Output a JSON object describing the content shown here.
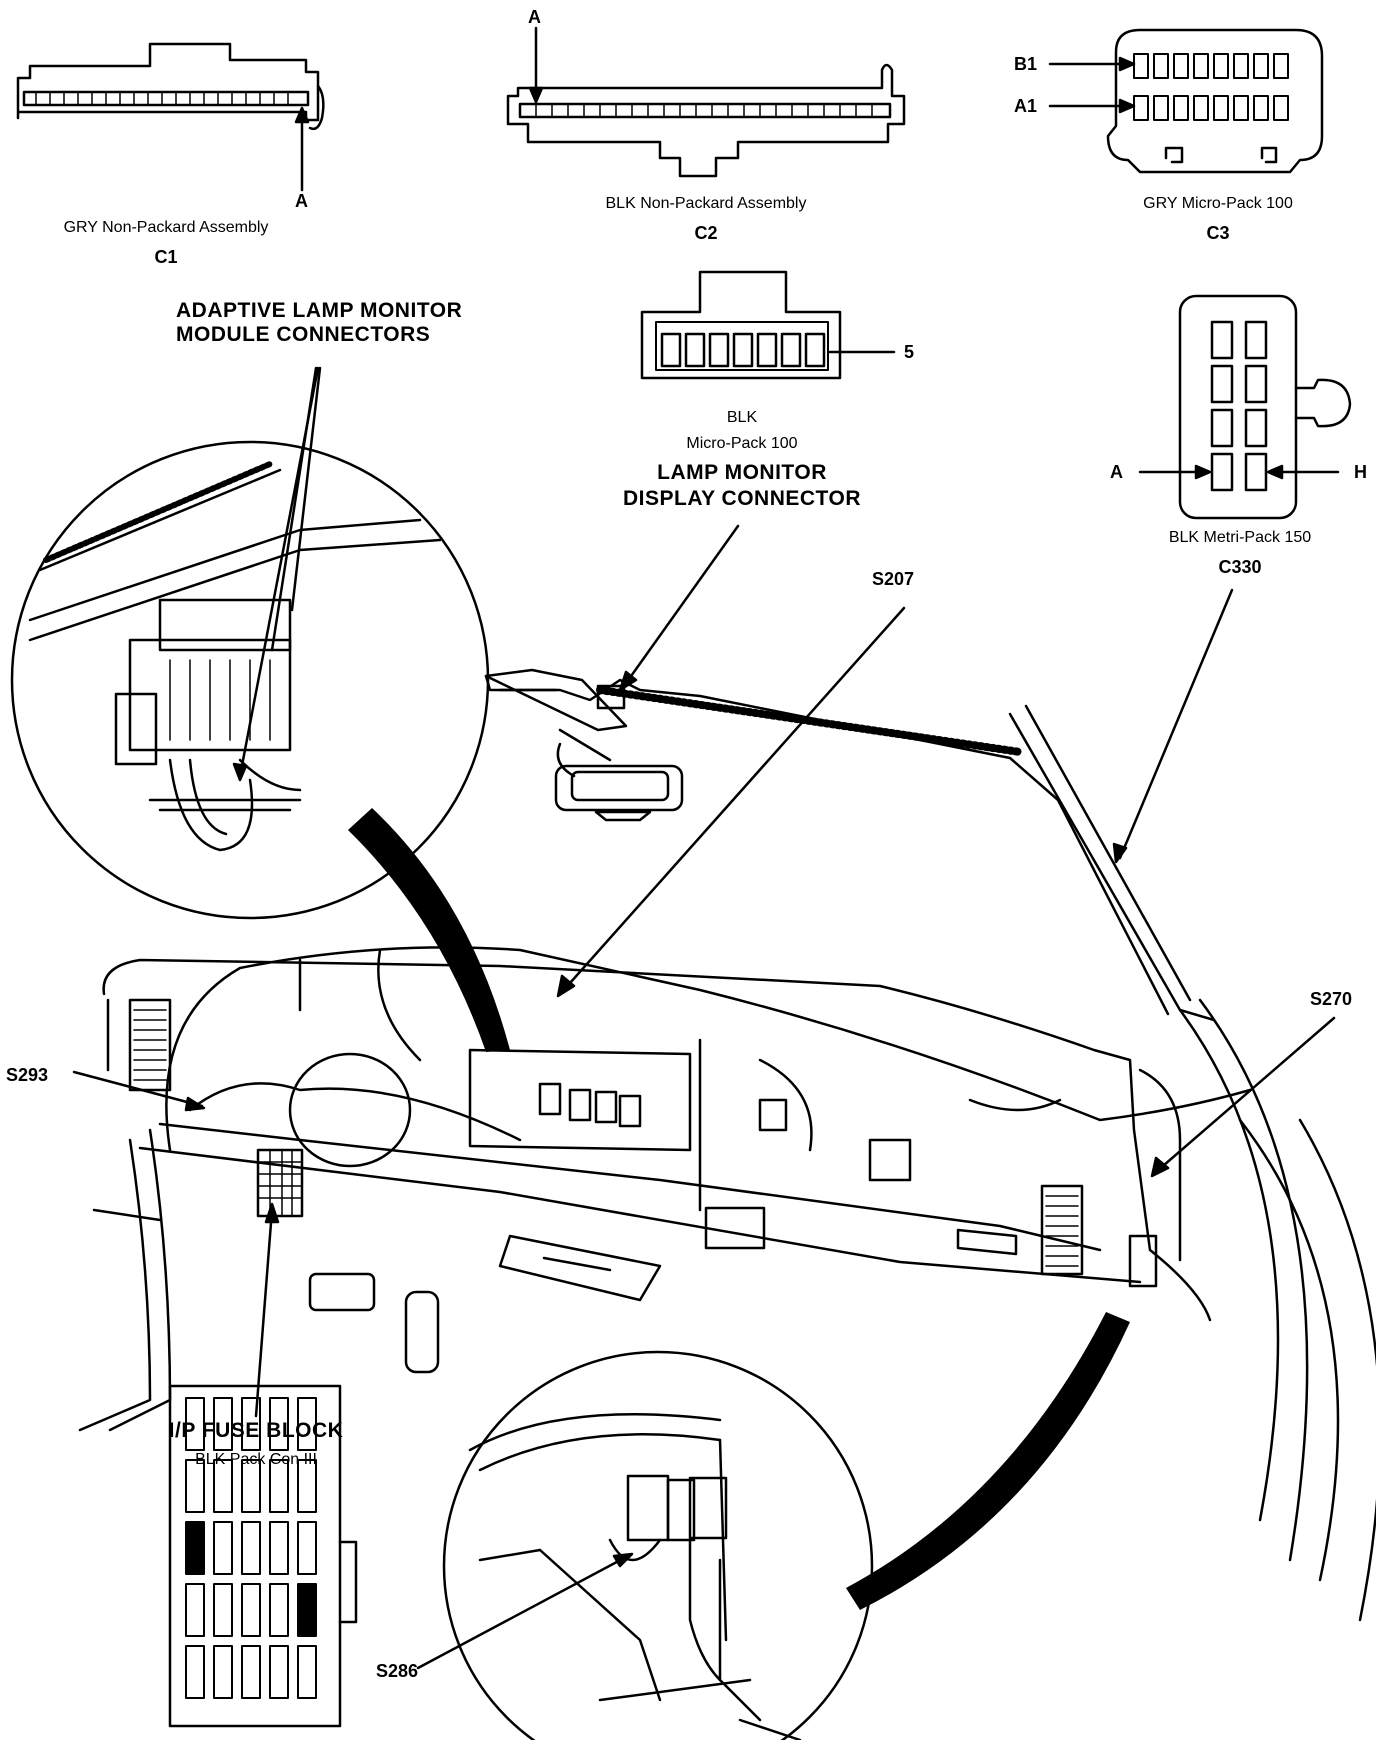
{
  "connectors": {
    "c1": {
      "pin_label": "A",
      "description": "GRY Non-Packard Assembly",
      "id": "C1"
    },
    "c2": {
      "pin_label": "A",
      "description": "BLK Non-Packard Assembly",
      "id": "C2"
    },
    "c3": {
      "pin_b1": "B1",
      "pin_a1": "A1",
      "description": "GRY Micro-Pack 100",
      "id": "C3"
    },
    "lamp_monitor": {
      "pin_label": "5",
      "color": "BLK",
      "description": "Micro-Pack 100",
      "title_line1": "LAMP MONITOR",
      "title_line2": "DISPLAY CONNECTOR"
    },
    "c330": {
      "pin_a": "A",
      "pin_h": "H",
      "description": "BLK Metri-Pack 150",
      "id": "C330"
    },
    "fuse_block": {
      "title": "I/P FUSE BLOCK",
      "description": "BLK Pack Con III"
    }
  },
  "callouts": {
    "adaptive_line1": "ADAPTIVE LAMP MONITOR",
    "adaptive_line2": "MODULE CONNECTORS",
    "s207": "S207",
    "s270": "S270",
    "s293": "S293",
    "s286": "S286"
  },
  "colors": {
    "ink": "#000000",
    "paper": "#ffffff"
  }
}
